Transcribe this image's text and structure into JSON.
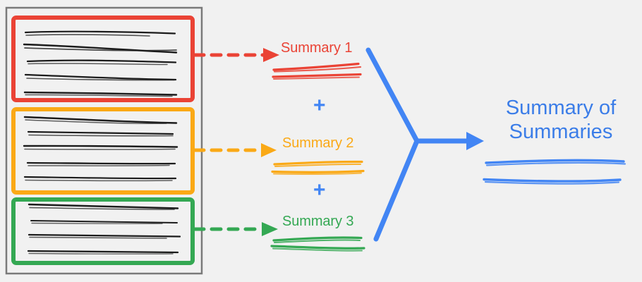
{
  "diagram": {
    "title_final": "Summary of Summaries",
    "background_color": "#f1f1f1",
    "document_frame": {
      "name": "source-document",
      "border_color": "#777777"
    },
    "chunks": [
      {
        "id": "chunk-1",
        "color": "#EA4335",
        "color_name": "red",
        "line_count": 5,
        "arrow_label": "",
        "summary_label": "Summary 1"
      },
      {
        "id": "chunk-2",
        "color": "#FAA916",
        "color_name": "orange",
        "line_count": 5,
        "arrow_label": "",
        "summary_label": "Summary 2"
      },
      {
        "id": "chunk-3",
        "color": "#34A853",
        "color_name": "green",
        "line_count": 4,
        "arrow_label": "",
        "summary_label": "Summary 3"
      }
    ],
    "operators": [
      {
        "id": "plus-1",
        "symbol": "+",
        "color": "#4285F4"
      },
      {
        "id": "plus-2",
        "symbol": "+",
        "color": "#4285F4"
      }
    ],
    "merge": {
      "color": "#4285F4",
      "name": "merge-arrow"
    },
    "final": {
      "line_1": "Summary of",
      "line_2": "Summaries",
      "text": "Summary of Summaries",
      "color": "#3B7DE8",
      "underline_count": 2
    }
  }
}
